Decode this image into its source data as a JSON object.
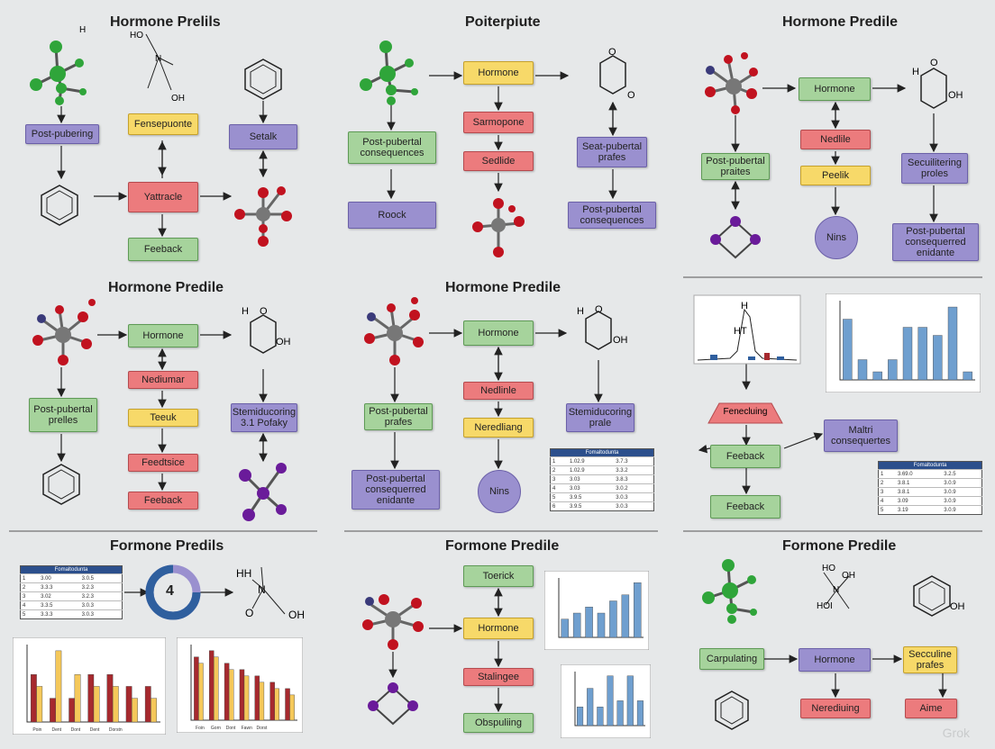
{
  "titles": {
    "t1": "Hormone Prelils",
    "t2": "Poiterpiute",
    "t3": "Hormone Predile",
    "t4": "Hormone Predile",
    "t5": "Hormone Predile",
    "t6": "Formone Predils",
    "t7": "Formone Predile",
    "t8": "Formone Predile"
  },
  "p1": {
    "post": "Post-pubering",
    "fense": "Fensepuonte",
    "setalk": "Setalk",
    "ratracle": "Yattracle",
    "feeback": "Feeback",
    "chem_a": "H",
    "chem_b": "HO",
    "chem_c": "N",
    "chem_d": "OH"
  },
  "p2": {
    "hormone": "Hormone",
    "sarmo": "Sarmopone",
    "sedlide": "Sedlide",
    "post_cons": "Post-pubertal consequences",
    "roock": "Roock",
    "seat": "Seat-pubertal prafes",
    "post_cons2": "Post-pubertal consequences",
    "ring_o": "O",
    "ring_o2": "O"
  },
  "p3": {
    "hormone": "Hormone",
    "nedlile": "Nedlile",
    "peelik": "Peelik",
    "postpr": "Post-pubertal praites",
    "secu": "Secuilitering proles",
    "nins": "Nins",
    "postc": "Post-pubertal consequerred enidante",
    "hex_h": "H",
    "hex_o": "O",
    "hex_oh": "OH"
  },
  "p4": {
    "hormone": "Hormone",
    "nediumar": "Nediumar",
    "teeuk": "Teeuk",
    "feedtsice": "Feedtsice",
    "feeback": "Feeback",
    "postpr": "Post-pubertal prelles",
    "stem": "Stemiducoring 3.1 Pofaky",
    "hex_h": "H",
    "hex_o": "O",
    "hex_oh": "OH"
  },
  "p5": {
    "hormone": "Hormone",
    "nedlinle": "Nedlinle",
    "nerediang": "Neredliang",
    "postpr": "Post-pubertal prafes",
    "stem": "Stemiducoring prale",
    "nins": "Nins",
    "postc": "Post-pubertal consequerred enidante",
    "hex_h": "H",
    "hex_o": "O",
    "hex_oh": "OH",
    "table_title": "Fomaltodunta",
    "table_rows": [
      [
        "1",
        "1.02.9",
        "3.7.3"
      ],
      [
        "2",
        "1.02.9",
        "3.3.2"
      ],
      [
        "3",
        "3.03",
        "3.8.3"
      ],
      [
        "4",
        "3.03",
        "3.0.2"
      ],
      [
        "5",
        "3.9.5",
        "3.0.3"
      ],
      [
        "6",
        "3.9.5",
        "3.0.3"
      ]
    ]
  },
  "p6": {
    "fenecluing": "Fenecluing",
    "maltr": "Maltri consequertes",
    "feeback1": "Feeback",
    "feeback2": "Feeback",
    "hh": "H",
    "ht": "HT",
    "table_title": "Fomaltodunta",
    "table_rows": [
      [
        "1",
        "3.69.0",
        "3.2.5"
      ],
      [
        "2",
        "3.8.1",
        "3.0.9"
      ],
      [
        "3",
        "3.8.1",
        "3.0.9"
      ],
      [
        "4",
        "3.09",
        "3.0.9"
      ],
      [
        "5",
        "3.19",
        "3.0.9"
      ]
    ]
  },
  "p7": {
    "gauge_value": "4",
    "hh": "HH",
    "oh": "OH",
    "n": "N",
    "o": "O",
    "table_title": "Fomaltodunta",
    "table_rows": [
      [
        "1",
        "3.00",
        "3.0.5"
      ],
      [
        "2",
        "3.3.3",
        "3.2.3"
      ],
      [
        "3",
        "3.02",
        "3.2.3"
      ],
      [
        "4",
        "3.3.5",
        "3.0.3"
      ],
      [
        "5",
        "3.3.3",
        "3.0.3"
      ]
    ]
  },
  "p8": {
    "toerick": "Toerick",
    "hormone": "Hormone",
    "stalingee": "Stalingee",
    "obsplising": "Obspuliing"
  },
  "p9": {
    "carpulating": "Carpulating",
    "hormone": "Hormone",
    "seceuline": "Secculine prafes",
    "nerediuing": "Nerediuing",
    "aime": "Aime",
    "ho": "HO",
    "oh": "OH",
    "hoi": "HOI",
    "n": "N",
    "ring_oh": "OH"
  },
  "colors": {
    "purple": "#9a90cf",
    "yellow": "#f7d969",
    "red": "#ec7b7d",
    "green": "#a6d39c",
    "bar_red": "#a6292e",
    "bar_yellow": "#f5c85a",
    "bar_blue": "#6f9fcf",
    "bar_darkblue": "#2f5f9e"
  },
  "chart_data": [
    {
      "type": "bar",
      "series": [
        {
          "values": [
            1,
            1,
            5,
            1,
            4,
            1
          ]
        }
      ],
      "categories": [
        "",
        "",
        "",
        "",
        "",
        ""
      ]
    },
    {
      "type": "bar",
      "series": [
        {
          "values": [
            15,
            5,
            2,
            5,
            13,
            13,
            11,
            18,
            2
          ]
        }
      ],
      "categories": [
        "",
        "",
        "",
        "",
        "",
        "",
        "",
        "",
        ""
      ]
    },
    {
      "type": "bar",
      "series": [
        {
          "values": [
            4,
            2,
            2,
            4,
            4,
            3,
            3
          ]
        },
        {
          "values": [
            3,
            6,
            4,
            3,
            3,
            2,
            2
          ]
        }
      ],
      "categories": [
        "Poin",
        "Dent",
        "Dont",
        "Dent",
        "Dorstn",
        "",
        ""
      ]
    },
    {
      "type": "bar",
      "series": [
        {
          "values": [
            10,
            11,
            9,
            8,
            7,
            6,
            5
          ]
        },
        {
          "values": [
            9,
            10,
            8,
            7,
            6,
            5,
            4
          ]
        }
      ],
      "categories": [
        "Foin",
        "Gorn",
        "Dont",
        "Fawn",
        "Dorst",
        "",
        ""
      ]
    },
    {
      "type": "bar",
      "series": [
        {
          "values": [
            3,
            4,
            5,
            4,
            6,
            7,
            9
          ]
        }
      ],
      "categories": [
        "",
        "",
        "",
        "",
        "",
        "",
        ""
      ]
    },
    {
      "type": "bar",
      "series": [
        {
          "values": [
            3,
            6,
            3,
            8,
            4,
            8,
            4
          ]
        }
      ],
      "categories": [
        "",
        "",
        "",
        "",
        "",
        "",
        ""
      ]
    }
  ],
  "watermark": "Grok"
}
